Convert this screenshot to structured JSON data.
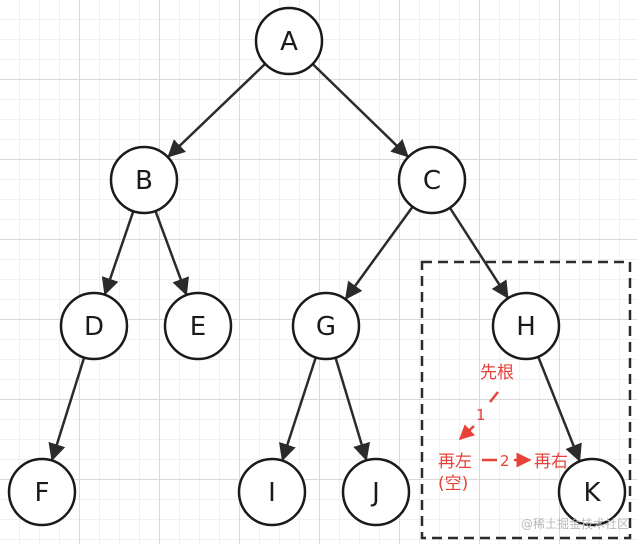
{
  "nodes": [
    {
      "id": "A",
      "label": "A"
    },
    {
      "id": "B",
      "label": "B"
    },
    {
      "id": "C",
      "label": "C"
    },
    {
      "id": "D",
      "label": "D"
    },
    {
      "id": "E",
      "label": "E"
    },
    {
      "id": "G",
      "label": "G"
    },
    {
      "id": "H",
      "label": "H"
    },
    {
      "id": "F",
      "label": "F"
    },
    {
      "id": "I",
      "label": "I"
    },
    {
      "id": "J",
      "label": "J"
    },
    {
      "id": "K",
      "label": "K"
    }
  ],
  "edges": [
    {
      "from": "A",
      "to": "B"
    },
    {
      "from": "A",
      "to": "C"
    },
    {
      "from": "B",
      "to": "D"
    },
    {
      "from": "B",
      "to": "E"
    },
    {
      "from": "C",
      "to": "G"
    },
    {
      "from": "C",
      "to": "H"
    },
    {
      "from": "D",
      "to": "F"
    },
    {
      "from": "G",
      "to": "I"
    },
    {
      "from": "G",
      "to": "J"
    },
    {
      "from": "H",
      "to": "K"
    }
  ],
  "annotation": {
    "root_first": "先根",
    "then_left": "再左",
    "left_empty": "(空)",
    "then_right": "再右",
    "step_1": "1",
    "step_2": "2"
  },
  "watermark": "@稀土掘金技术社区",
  "colors": {
    "annotation": "#e8413a",
    "node_stroke": "#1a1a1a",
    "edge": "#2b2b2b",
    "grid": "#d9d9d9"
  }
}
